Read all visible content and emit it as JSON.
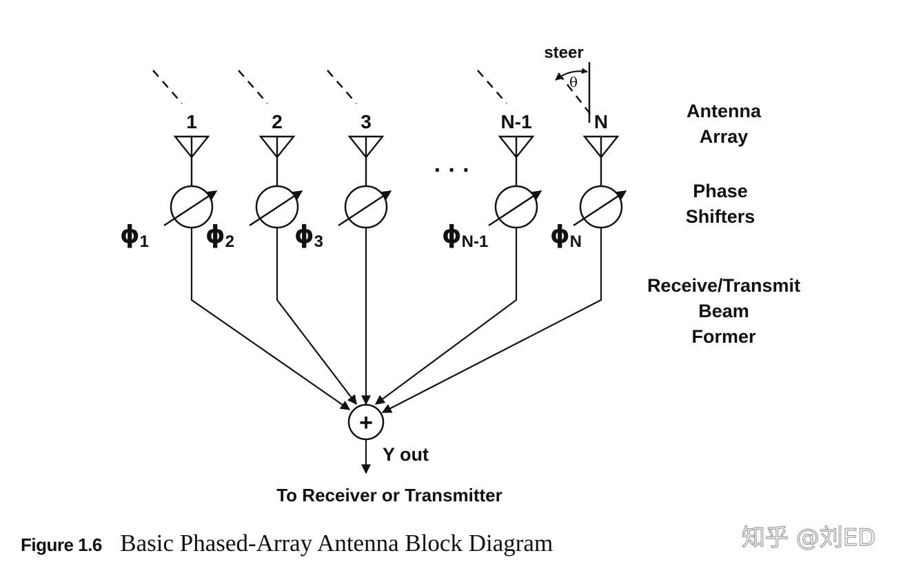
{
  "figure": {
    "number_label": "Figure 1.6",
    "title": "Basic Phased-Array Antenna Block Diagram"
  },
  "watermark": "知乎 @刘ED",
  "steer": {
    "label": "steer",
    "angle_symbol": "θ"
  },
  "elements": [
    {
      "index_label": "1",
      "phase_symbol": "ϕ",
      "phase_subscript": "1"
    },
    {
      "index_label": "2",
      "phase_symbol": "ϕ",
      "phase_subscript": "2"
    },
    {
      "index_label": "3",
      "phase_symbol": "ϕ",
      "phase_subscript": "3"
    },
    {
      "index_label": "N-1",
      "phase_symbol": "ϕ",
      "phase_subscript": "N-1"
    },
    {
      "index_label": "N",
      "phase_symbol": "ϕ",
      "phase_subscript": "N"
    }
  ],
  "ellipsis": "· · ·",
  "side_labels": {
    "antenna_array": [
      "Antenna",
      "Array"
    ],
    "phase_shifters": [
      "Phase",
      "Shifters"
    ],
    "beam_former": [
      "Receive/Transmit",
      "Beam",
      "Former"
    ]
  },
  "summer": {
    "symbol": "+",
    "output_label": "Y out"
  },
  "destination_label": "To Receiver or Transmitter"
}
